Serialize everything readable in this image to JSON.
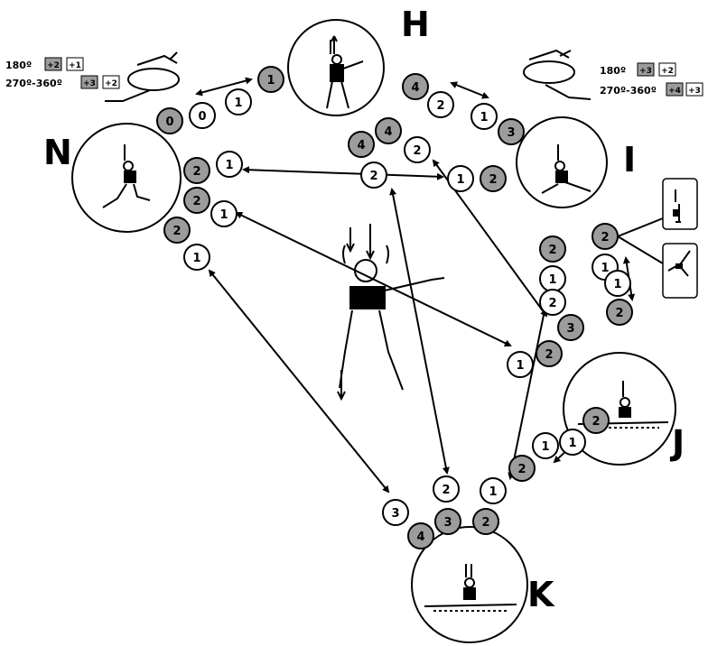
{
  "positions": {
    "H": "H",
    "I": "I",
    "J": "J",
    "K": "K",
    "N": "N"
  },
  "legend_left": {
    "row1_angle": "180º",
    "row1_grey": "+2",
    "row1_white": "+1",
    "row2_angle": "270º-360º",
    "row2_grey": "+3",
    "row2_white": "+2"
  },
  "legend_right": {
    "row1_angle": "180º",
    "row1_grey": "+3",
    "row1_white": "+2",
    "row2_angle": "270º-360º",
    "row2_grey": "+4",
    "row2_white": "+3"
  },
  "nodes": {
    "n_top_0g": "0",
    "n_top_0w": "0",
    "h_left_1w": "1",
    "h_left_1g": "1",
    "h_right_4g": "4",
    "h_right_2w": "2",
    "i_top_1w": "1",
    "i_top_3g": "3",
    "h_bot_4g_a": "4",
    "h_bot_4g_b": "4",
    "h_bot_2w_a": "2",
    "h_bot_2w_b": "2",
    "i_left_1w": "1",
    "i_left_2g": "2",
    "n_r1_2g": "2",
    "n_r1_1w": "1",
    "n_r2_2g": "2",
    "n_r2_1w": "1",
    "n_low_2g": "2",
    "n_low_1w": "1",
    "ic_2g": "2",
    "ic_1w_a": "1",
    "ic_2w": "2",
    "ic_3g": "3",
    "ic_2g_b": "2",
    "ic_1w_b": "1",
    "ir_2g": "2",
    "ir_1w_a": "1",
    "ir_1w_b": "1",
    "ir_2g_b": "2",
    "jk_2g": "2",
    "jk_1w_a": "1",
    "jk_1w_b": "1",
    "jk_2g_b": "2",
    "kt_3w": "3",
    "kt_4g": "4",
    "kt_2w": "2",
    "kt_3g": "3",
    "kt_1w": "1",
    "kt_2g": "2"
  },
  "colors": {
    "grey_node": "#9c9c9c",
    "white_node": "#ffffff",
    "stroke": "#000000"
  }
}
